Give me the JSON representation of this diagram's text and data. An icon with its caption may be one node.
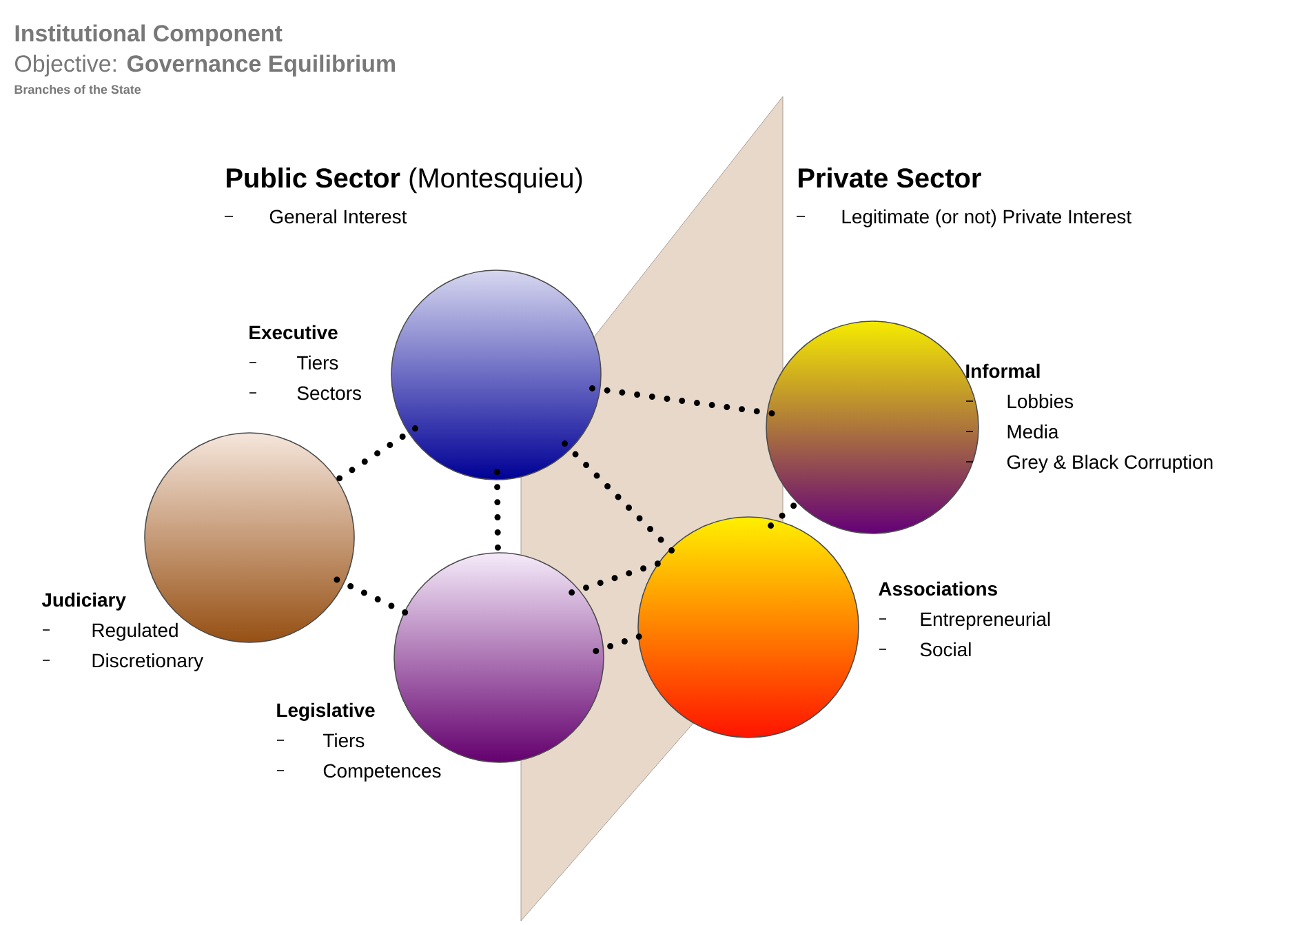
{
  "diagram": {
    "title": "Institutional Component",
    "nodes": [
      {
        "text": [
          "Executive",
          "Tiers",
          "Sectors"
        ]
      },
      {
        "text": [
          "Informal",
          "Lobbies",
          "Media",
          "Grey & Black Corruption"
        ]
      },
      {
        "text": [
          "Judiciary",
          "Regulated",
          "Discretionary"
        ]
      },
      {
        "text": [
          "Associations",
          "Entrepreneurial",
          "Social"
        ]
      },
      {
        "text": [
          "Legislative",
          "Tiers",
          "Competences"
        ]
      }
    ],
    "edges": [
      {
        "from": 0,
        "to": 2,
        "arrow": "none"
      },
      {
        "from": 0,
        "to": 4,
        "arrow": "none"
      },
      {
        "from": 2,
        "to": 4,
        "arrow": "none"
      },
      {
        "from": 0,
        "to": 1,
        "arrow": "none"
      },
      {
        "from": 0,
        "to": 3,
        "arrow": "none"
      },
      {
        "from": 4,
        "to": 3,
        "arrow": "none"
      },
      {
        "from": 3,
        "to": 1,
        "arrow": "none"
      },
      {
        "from": 4,
        "to": 3,
        "arrow": "none"
      }
    ],
    "labels": [
      "Objective: **Governance Equilibrium**",
      "**Branches** of the State",
      "**Public Sector** (Montesquieu)",
      "General Interest",
      "Private Sector",
      "Legitimate (or not) Private Interest"
    ]
  }
}
